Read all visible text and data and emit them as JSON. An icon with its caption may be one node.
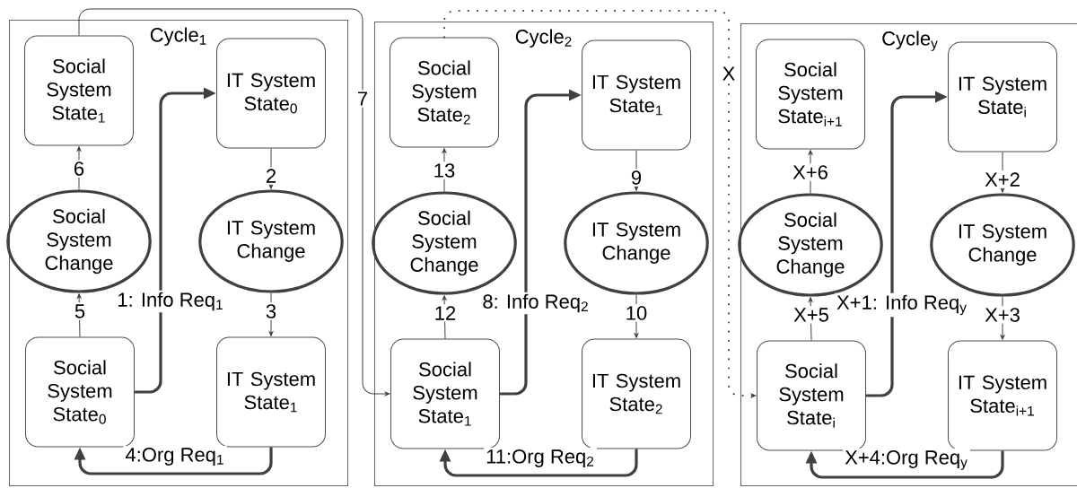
{
  "diagram": {
    "nodes": [
      {
        "text": [
          "Cycle$_{1}$"
        ]
      },
      {
        "text": [
          "Social System State$_{1}$"
        ],
        "in": 0
      },
      {
        "text": [
          "IT System State$_{0}$"
        ],
        "in": 0
      },
      {
        "text": [
          "Social System Change"
        ],
        "in": 0
      },
      {
        "text": [
          "IT System Change"
        ],
        "in": 0
      },
      {
        "text": [
          "Social System State$_{0}$"
        ],
        "in": 0
      },
      {
        "text": [
          "IT System State$_{1}$"
        ],
        "in": 0
      },
      {
        "text": [
          "Cycle$_{2}$"
        ]
      },
      {
        "text": [
          "Social System State$_{2}$"
        ],
        "in": 7
      },
      {
        "text": [
          "IT System State$_{1}$"
        ],
        "in": 7
      },
      {
        "text": [
          "Social System Change"
        ],
        "in": 7
      },
      {
        "text": [
          "IT System Change"
        ],
        "in": 7
      },
      {
        "text": [
          "Social System State$_{1}$"
        ],
        "in": 7
      },
      {
        "text": [
          "IT System State$_{2}$"
        ],
        "in": 7
      },
      {
        "text": [
          "Cycle$_{y}$"
        ]
      },
      {
        "text": [
          "Social System State$_{i+1}$"
        ],
        "in": 14
      },
      {
        "text": [
          "IT System State$_{i}$"
        ],
        "in": 14
      },
      {
        "text": [
          "Social System Change"
        ],
        "in": 14
      },
      {
        "text": [
          "IT System Change"
        ],
        "in": 14
      },
      {
        "text": [
          "Social System State$_{i}$"
        ],
        "in": 14
      },
      {
        "text": [
          "IT System State$_{i+1}$"
        ],
        "in": 14
      }
    ],
    "edges": [
      {
        "from": 5,
        "to": 2,
        "arrow": "to",
        "label": "1: Info Req$_{1}$",
        "style": "thick"
      },
      {
        "from": 2,
        "to": 4,
        "arrow": "to",
        "label": "2"
      },
      {
        "from": 4,
        "to": 6,
        "arrow": "to",
        "label": "3"
      },
      {
        "from": 6,
        "to": 5,
        "arrow": "to",
        "label": "4:Org Req$_{1}$",
        "style": "thick"
      },
      {
        "from": 5,
        "to": 3,
        "arrow": "to",
        "label": "5"
      },
      {
        "from": 3,
        "to": 1,
        "arrow": "to",
        "label": "6"
      },
      {
        "from": 1,
        "to": 12,
        "arrow": "to",
        "label": "7"
      },
      {
        "from": 12,
        "to": 9,
        "arrow": "to",
        "label": "8: Info Req$_{2}$",
        "style": "thick"
      },
      {
        "from": 9,
        "to": 11,
        "arrow": "to",
        "label": "9"
      },
      {
        "from": 11,
        "to": 13,
        "arrow": "to",
        "label": "10"
      },
      {
        "from": 13,
        "to": 12,
        "arrow": "to",
        "label": "11:Org Req$_{2}$",
        "style": "thick"
      },
      {
        "from": 12,
        "to": 10,
        "arrow": "to",
        "label": "12"
      },
      {
        "from": 10,
        "to": 8,
        "arrow": "to",
        "label": "13"
      },
      {
        "from": 8,
        "to": 19,
        "arrow": "to",
        "label": "X",
        "style": "dashed"
      },
      {
        "from": 19,
        "to": 16,
        "arrow": "to",
        "label": "X+1: Info Req$_{y}$",
        "style": "thick"
      },
      {
        "from": 16,
        "to": 18,
        "arrow": "to",
        "label": "X+2"
      },
      {
        "from": 18,
        "to": 20,
        "arrow": "to",
        "label": "X+3"
      },
      {
        "from": 20,
        "to": 19,
        "arrow": "to",
        "label": "X+4:Org Req$_{y}$",
        "style": "thick"
      },
      {
        "from": 19,
        "to": 17,
        "arrow": "to",
        "label": "X+5"
      },
      {
        "from": 17,
        "to": 15,
        "arrow": "to",
        "label": "X+6"
      }
    ]
  }
}
